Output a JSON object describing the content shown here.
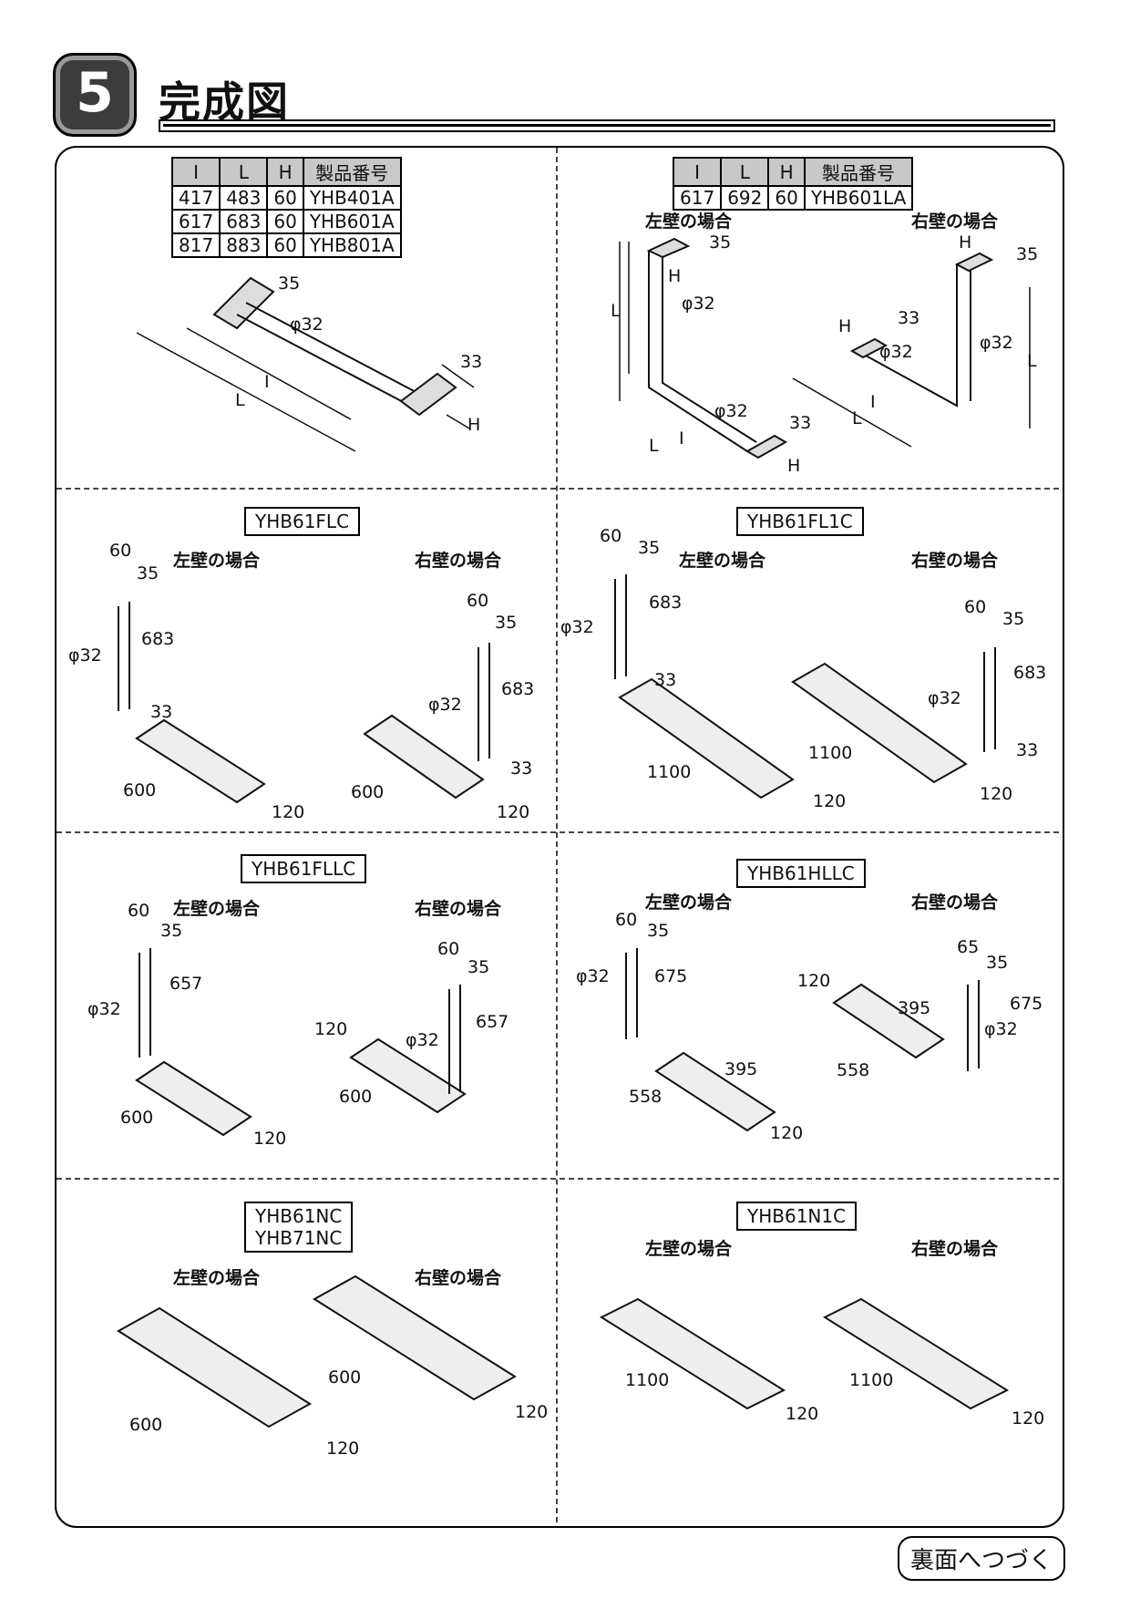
{
  "header": {
    "section_number": "5",
    "title": "完成図"
  },
  "wall_labels": {
    "left": "左壁の場合",
    "right": "右壁の場合"
  },
  "table1": {
    "headers": [
      "I",
      "L",
      "H",
      "製品番号"
    ],
    "rows": [
      [
        "417",
        "483",
        "60",
        "YHB401A"
      ],
      [
        "617",
        "683",
        "60",
        "YHB601A"
      ],
      [
        "817",
        "883",
        "60",
        "YHB801A"
      ]
    ]
  },
  "table2": {
    "headers": [
      "I",
      "L",
      "H",
      "製品番号"
    ],
    "rows": [
      [
        "617",
        "692",
        "60",
        "YHB601LA"
      ]
    ]
  },
  "models": {
    "m1": "YHB61FLC",
    "m2": "YHB61FL1C",
    "m3": "YHB61FLLC",
    "m4": "YHB61HLLC",
    "m5a": "YHB61NC",
    "m5b": "YHB71NC",
    "m6": "YHB61N1C"
  },
  "dims": {
    "d35": "35",
    "d33": "33",
    "d60": "60",
    "d65": "65",
    "phi32": "φ32",
    "I": "I",
    "L": "L",
    "H": "H",
    "d683": "683",
    "d657": "657",
    "d675": "675",
    "d600": "600",
    "d1100": "1100",
    "d120": "120",
    "d558": "558",
    "d395": "395"
  },
  "footer": {
    "continue": "裏面へつづく"
  }
}
